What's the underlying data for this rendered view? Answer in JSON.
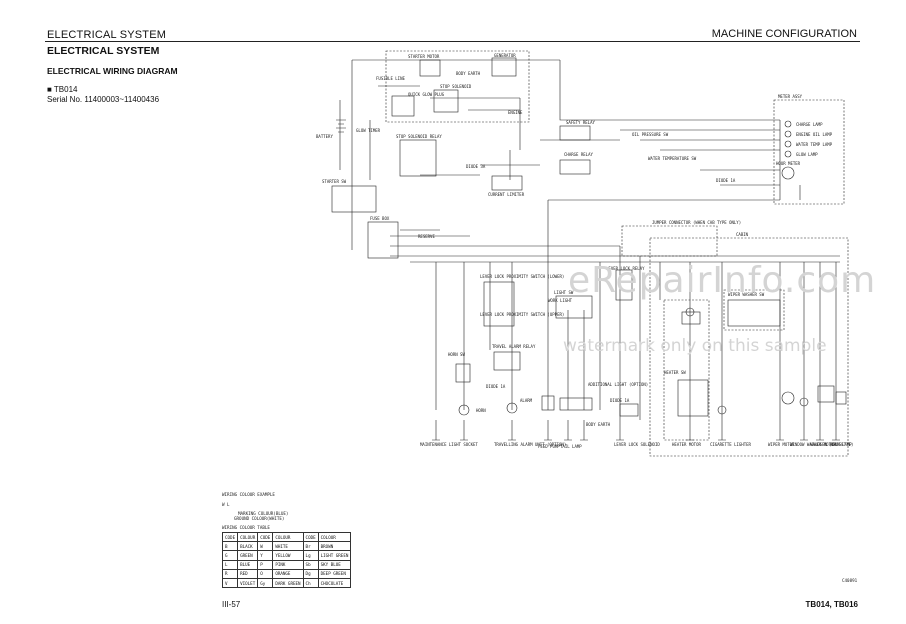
{
  "header": {
    "section": "ELECTRICAL SYSTEM",
    "chapter": "MACHINE CONFIGURATION"
  },
  "title": "ELECTRICAL SYSTEM",
  "subtitle": "ELECTRICAL WIRING DIAGRAM",
  "model": "■ TB014",
  "serial": "Serial No. 11400003~11400436",
  "footer": {
    "page": "III-57",
    "models": "TB014, TB016"
  },
  "drawing_code": "C40891",
  "watermark": {
    "line1": "eRepairInfo.com",
    "line2": "watermark only on this sample"
  },
  "diagram": {
    "cabin": "CABIN",
    "labels": {
      "starter_motor": "STARTER MOTOR",
      "body_earth": "BODY EARTH",
      "generator": "GENERATOR",
      "engine": "ENGINE",
      "fusible_line": "FUSIBLE LINE",
      "quick_glow": "QUICK GLOW PLUG",
      "stop_solenoid": "STOP SOLENOID",
      "battery": "BATTERY",
      "glow_timer": "GLOW TIMER",
      "stop_solenoid_relay": "STOP SOLENOID RELAY",
      "diode_stop": "DIODE 3A",
      "current_limiter": "CURRENT LIMITER",
      "safety_relay": "SAFETY RELAY",
      "charge_relay": "CHARGE RELAY",
      "oil_pressure_sw": "OIL PRESSURE SW",
      "water_temp_sw": "WATER TEMPERATURE SW",
      "meter_assy": "METER ASSY",
      "charge_lamp": "CHARGE LAMP",
      "engine_oil_lamp": "ENGINE OIL LAMP",
      "water_temp_lamp": "WATER TEMP LAMP",
      "glow_lamp": "GLOW LAMP",
      "hour_meter": "HOUR METER",
      "diode_meter": "DIODE 1A",
      "starter_sw": "STARTER SW",
      "fuse_box": "FUSE BOX",
      "reserve": "RESERVE",
      "jumper_connector": "JUMPER CONNECTOR (WHEN CAB TYPE ONLY)",
      "lever_lock_lower": "LEVER LOCK PROXIMITY SWITCH (LOWER)",
      "lever_lock_upper": "LEVER LOCK PROXIMITY SWITCH (UPPER)",
      "light_sw": "LIGHT SW",
      "travel_alarm_relay": "TRAVEL ALARM RELAY",
      "horn_sw": "HORN SW",
      "horn": "HORN",
      "diode_1a": "DIODE 1A",
      "alarm": "ALARM",
      "additional_light": "ADDITIONAL LIGHT (OPTION)",
      "lever_lock_relay": "LEVER LOCK RELAY",
      "diode_lever": "DIODE 1A",
      "maintenance_light": "MAINTENANCE LIGHT SOCKET",
      "travelling_alarm": "TRAVELLING ALARM UNIT (OPTION)",
      "feed_pump": "FEED PUMP",
      "tail_lamp": "TAIL LAMP",
      "work_light": "WORK LIGHT",
      "body_earth2": "BODY EARTH",
      "lever_lock_solenoid": "LEVER LOCK SOLENOID",
      "heater_sw": "HEATER SW",
      "heater_motor": "HEATER MOTOR",
      "cigarette_lighter": "CIGARETTE LIGHTER",
      "wiper_washer_sw": "WIPER WASHER SW",
      "wiper_motor": "WIPER MOTOR",
      "window_washer": "WINDOW WASHER MOTOR",
      "halogen_room_lamp": "HALOGEN (CASSETTE)",
      "room_lamp": "ROOM LAMP"
    }
  },
  "legend": {
    "sample_title": "WIRING COLOUR EXAMPLE",
    "sample_code": "W  L",
    "marking_colour": "MARKING COLOUR(BLUE)",
    "ground_colour": "GROUND COLOUR(WHITE)",
    "table_title": "WIRING COLOUR TABLE",
    "rows": [
      [
        "CODE",
        "COLOUR",
        "CODE",
        "COLOUR",
        "CODE",
        "COLOUR"
      ],
      [
        "B",
        "BLACK",
        "W",
        "WHITE",
        "Br",
        "BROWN"
      ],
      [
        "G",
        "GREEN",
        "Y",
        "YELLOW",
        "Lg",
        "LIGHT GREEN"
      ],
      [
        "L",
        "BLUE",
        "P",
        "PINK",
        "Sb",
        "SKY BLUE"
      ],
      [
        "R",
        "RED",
        "O",
        "ORANGE",
        "Dg",
        "DEEP GREEN"
      ],
      [
        "V",
        "VIOLET",
        "Gy",
        "DARK GREEN",
        "Ch",
        "CHOCOLATE"
      ]
    ]
  }
}
